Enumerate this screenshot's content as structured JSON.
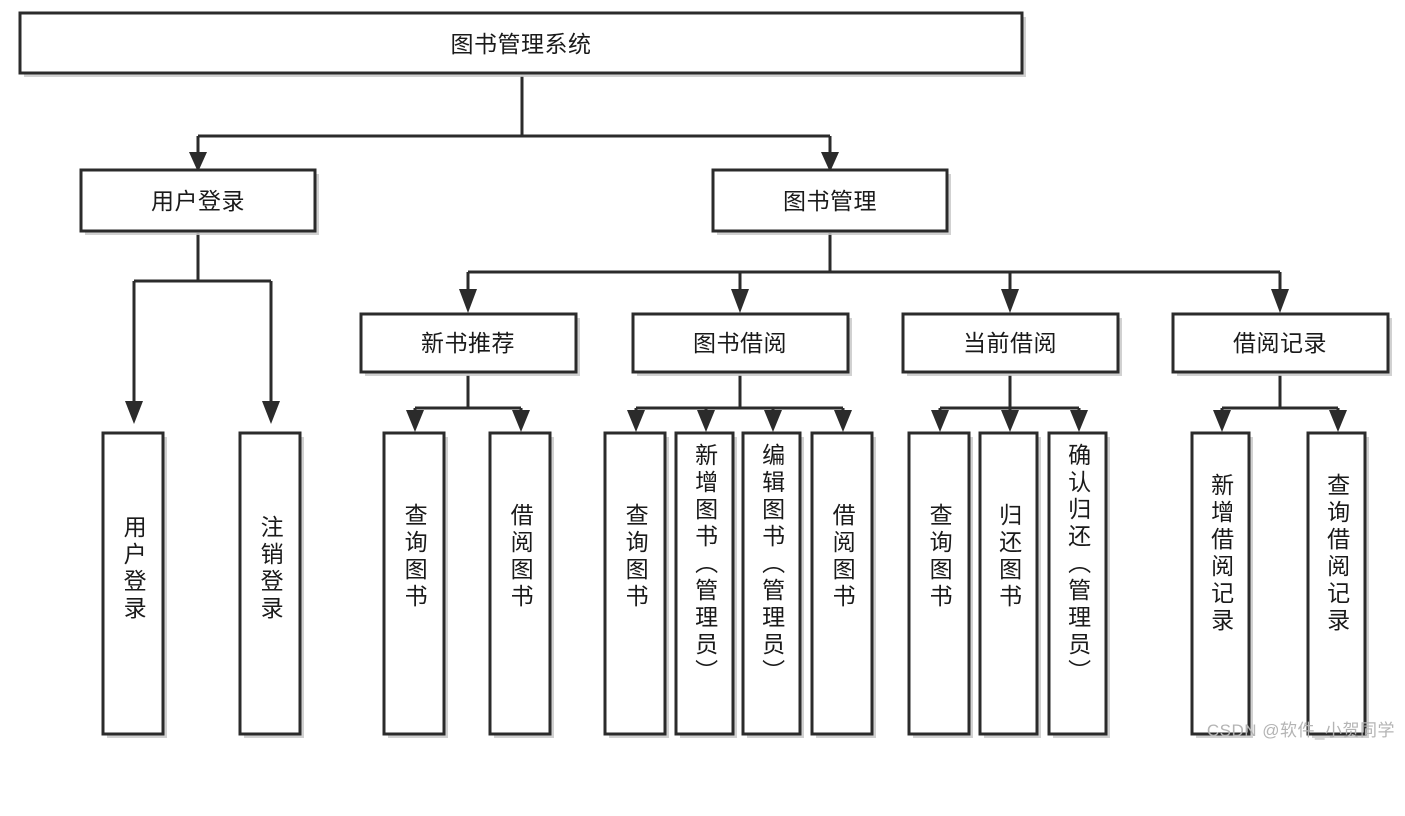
{
  "diagram": {
    "type": "tree-hierarchy",
    "title": "图书管理系统",
    "watermark": "CSDN @软件_小贺同学",
    "colors": {
      "stroke": "#2b2b2b",
      "fill": "#ffffff",
      "shadow": "#c9c9c9",
      "text": "#1a1a1a",
      "watermark": "#b4b4b4"
    },
    "root": {
      "label": "图书管理系统"
    },
    "level2": [
      {
        "label": "用户登录"
      },
      {
        "label": "图书管理"
      }
    ],
    "level3": [
      {
        "label": "新书推荐"
      },
      {
        "label": "图书借阅"
      },
      {
        "label": "当前借阅"
      },
      {
        "label": "借阅记录"
      }
    ],
    "leaves": {
      "user_login": [
        {
          "label": "用户登录"
        },
        {
          "label": "注销登录"
        }
      ],
      "new_book_recommend": [
        {
          "label": "查询图书"
        },
        {
          "label": "借阅图书"
        }
      ],
      "book_borrow": [
        {
          "label": "查询图书"
        },
        {
          "label": "新增图书（管理员）"
        },
        {
          "label": "编辑图书（管理员）"
        },
        {
          "label": "借阅图书"
        }
      ],
      "current_borrow": [
        {
          "label": "查询图书"
        },
        {
          "label": "归还图书"
        },
        {
          "label": "确认归还（管理员）"
        }
      ],
      "borrow_record": [
        {
          "label": "新增借阅记录"
        },
        {
          "label": "查询借阅记录"
        }
      ]
    }
  }
}
